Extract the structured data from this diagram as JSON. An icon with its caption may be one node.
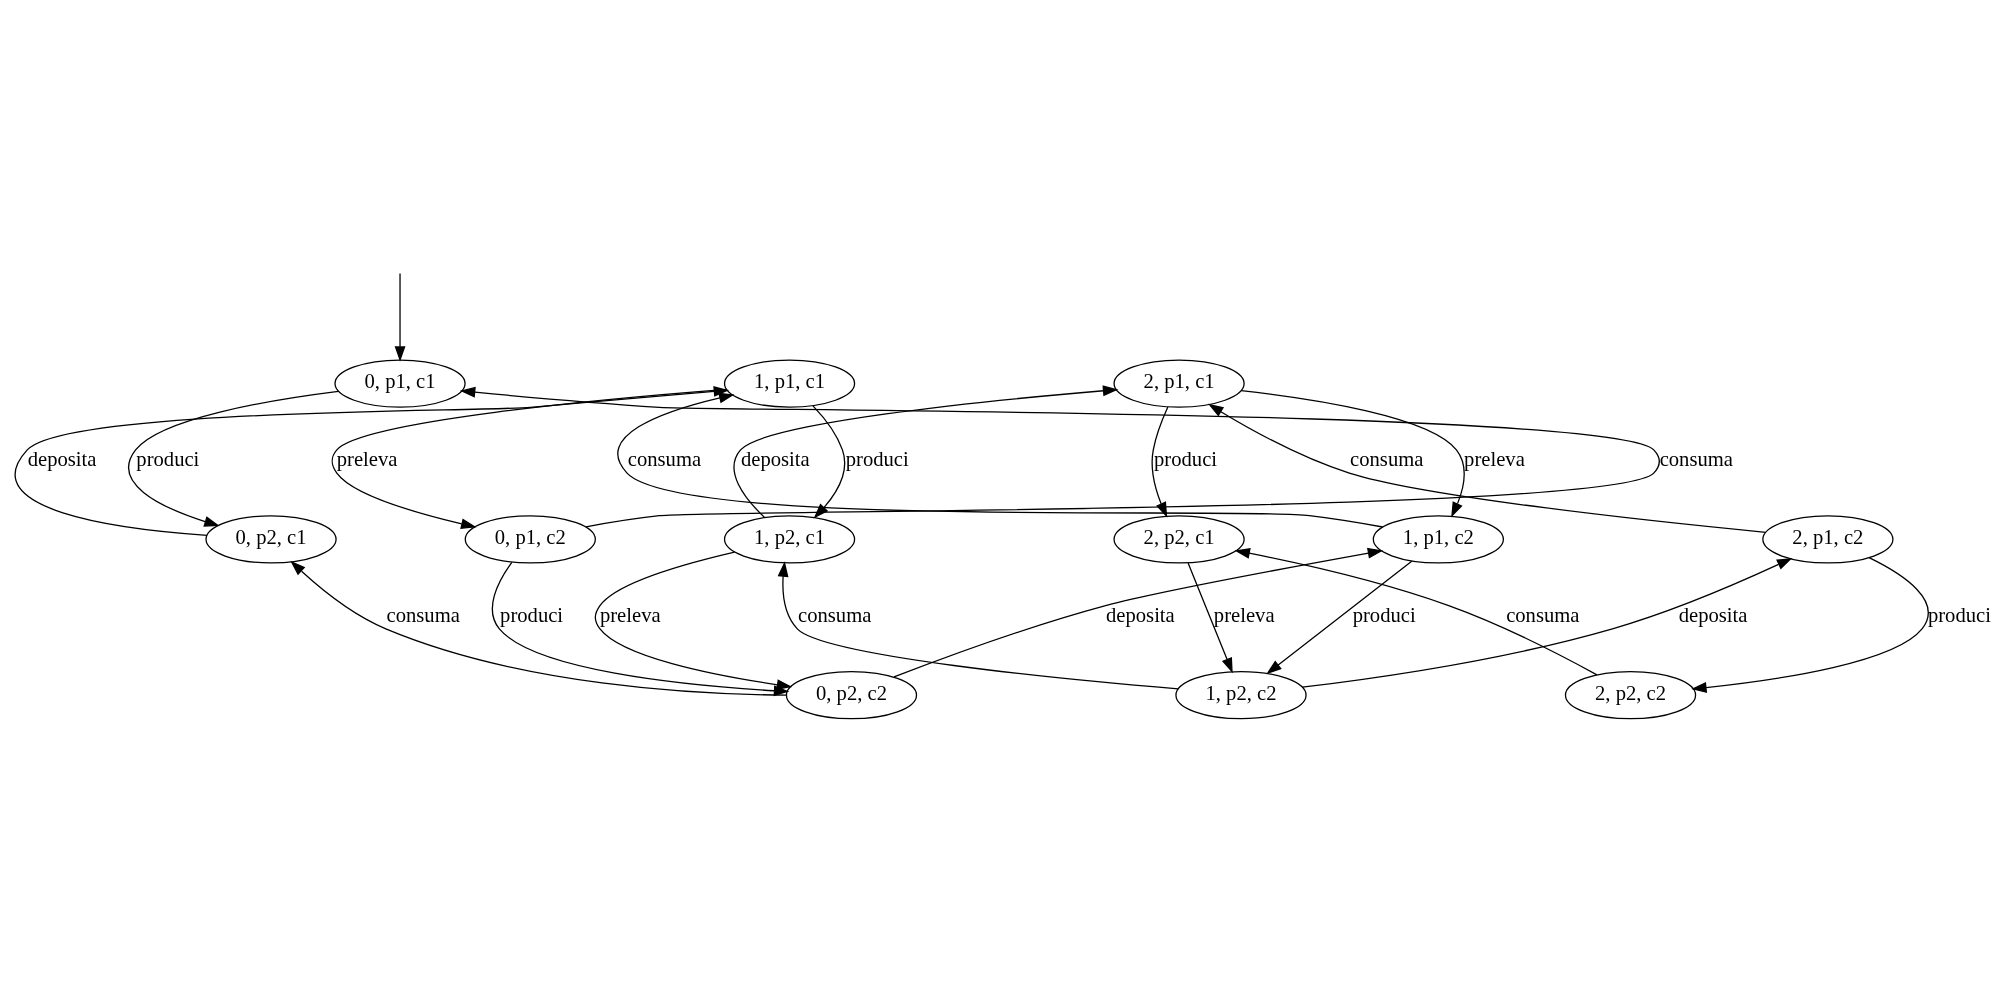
{
  "diagram": {
    "nodes": [
      {
        "text": [
          "0, p1, c1"
        ]
      },
      {
        "text": [
          "0, p2, c1"
        ]
      },
      {
        "text": [
          "0, p1, c2"
        ]
      },
      {
        "text": [
          "0, p2, c2"
        ]
      },
      {
        "text": [
          "1, p1, c1"
        ]
      },
      {
        "text": [
          "1, p2, c1"
        ]
      },
      {
        "text": [
          "1, p1, c2"
        ]
      },
      {
        "text": [
          "1, p2, c2"
        ]
      },
      {
        "text": [
          "2, p1, c1"
        ]
      },
      {
        "text": [
          "2, p2, c1"
        ]
      },
      {
        "text": [
          "2, p1, c2"
        ]
      },
      {
        "text": [
          "2, p2, c2"
        ]
      }
    ],
    "edges": [
      {
        "from": null,
        "to": 0,
        "arrow": "to"
      },
      {
        "from": 0,
        "to": 1,
        "label": "produci",
        "arrow": "to"
      },
      {
        "from": 2,
        "to": 3,
        "label": "produci",
        "arrow": "to"
      },
      {
        "from": 2,
        "to": 0,
        "label": "consuma",
        "arrow": "to"
      },
      {
        "from": 3,
        "to": 1,
        "label": "consuma",
        "arrow": "to"
      },
      {
        "from": 1,
        "to": 4,
        "label": "deposita",
        "arrow": "to"
      },
      {
        "from": 3,
        "to": 6,
        "label": "deposita",
        "arrow": "to"
      },
      {
        "from": 4,
        "to": 2,
        "label": "preleva",
        "arrow": "to"
      },
      {
        "from": 5,
        "to": 3,
        "label": "preleva",
        "arrow": "to"
      },
      {
        "from": 4,
        "to": 5,
        "label": "produci",
        "arrow": "to"
      },
      {
        "from": 6,
        "to": 7,
        "label": "produci",
        "arrow": "to"
      },
      {
        "from": 6,
        "to": 4,
        "label": "consuma",
        "arrow": "to"
      },
      {
        "from": 7,
        "to": 5,
        "label": "consuma",
        "arrow": "to"
      },
      {
        "from": 5,
        "to": 8,
        "label": "deposita",
        "arrow": "to"
      },
      {
        "from": 7,
        "to": 10,
        "label": "deposita",
        "arrow": "to"
      },
      {
        "from": 8,
        "to": 6,
        "label": "preleva",
        "arrow": "to"
      },
      {
        "from": 9,
        "to": 7,
        "label": "preleva",
        "arrow": "to"
      },
      {
        "from": 8,
        "to": 9,
        "label": "produci",
        "arrow": "to"
      },
      {
        "from": 10,
        "to": 11,
        "label": "produci",
        "arrow": "to"
      },
      {
        "from": 10,
        "to": 8,
        "label": "consuma",
        "arrow": "to"
      },
      {
        "from": 11,
        "to": 9,
        "label": "consuma",
        "arrow": "to"
      }
    ]
  }
}
